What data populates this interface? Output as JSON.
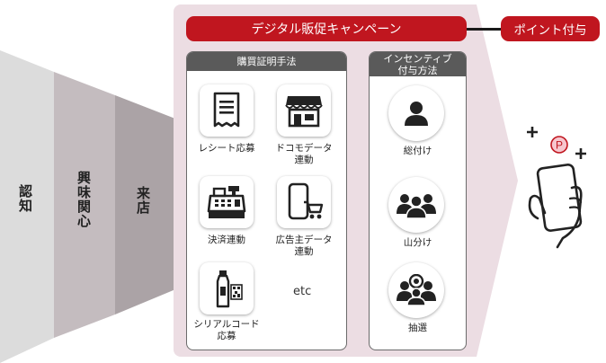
{
  "funnel": {
    "stages": [
      "認知",
      "興味関心",
      "来店"
    ],
    "colors": [
      "#dcdcdc",
      "#c4bcbf",
      "#aba3a6"
    ]
  },
  "campaign": {
    "title": "デジタル販促キャンペーン",
    "accent_color": "#c0161f",
    "panel_color": "#ecdde3"
  },
  "reward_label": "ポイント付与",
  "purchase_methods": {
    "header": "購買証明手法",
    "items": [
      {
        "label": "レシート応募",
        "icon": "receipt-icon"
      },
      {
        "label": "ドコモデータ\n連動",
        "icon": "store-icon"
      },
      {
        "label": "決済連動",
        "icon": "cash-register-icon"
      },
      {
        "label": "広告主データ\n連動",
        "icon": "smartphone-cart-icon"
      },
      {
        "label": "シリアルコード\n応募",
        "icon": "bottle-qr-icon"
      }
    ],
    "etc": "etc"
  },
  "incentive_methods": {
    "header_line1": "インセンティブ",
    "header_line2": "付与方法",
    "items": [
      {
        "label": "総付け",
        "icon": "single-person-icon"
      },
      {
        "label": "山分け",
        "icon": "group-icon"
      },
      {
        "label": "抽選",
        "icon": "lottery-group-icon"
      }
    ]
  },
  "phone_graphic": {
    "icon": "hand-phone-icon",
    "badge": "P"
  }
}
